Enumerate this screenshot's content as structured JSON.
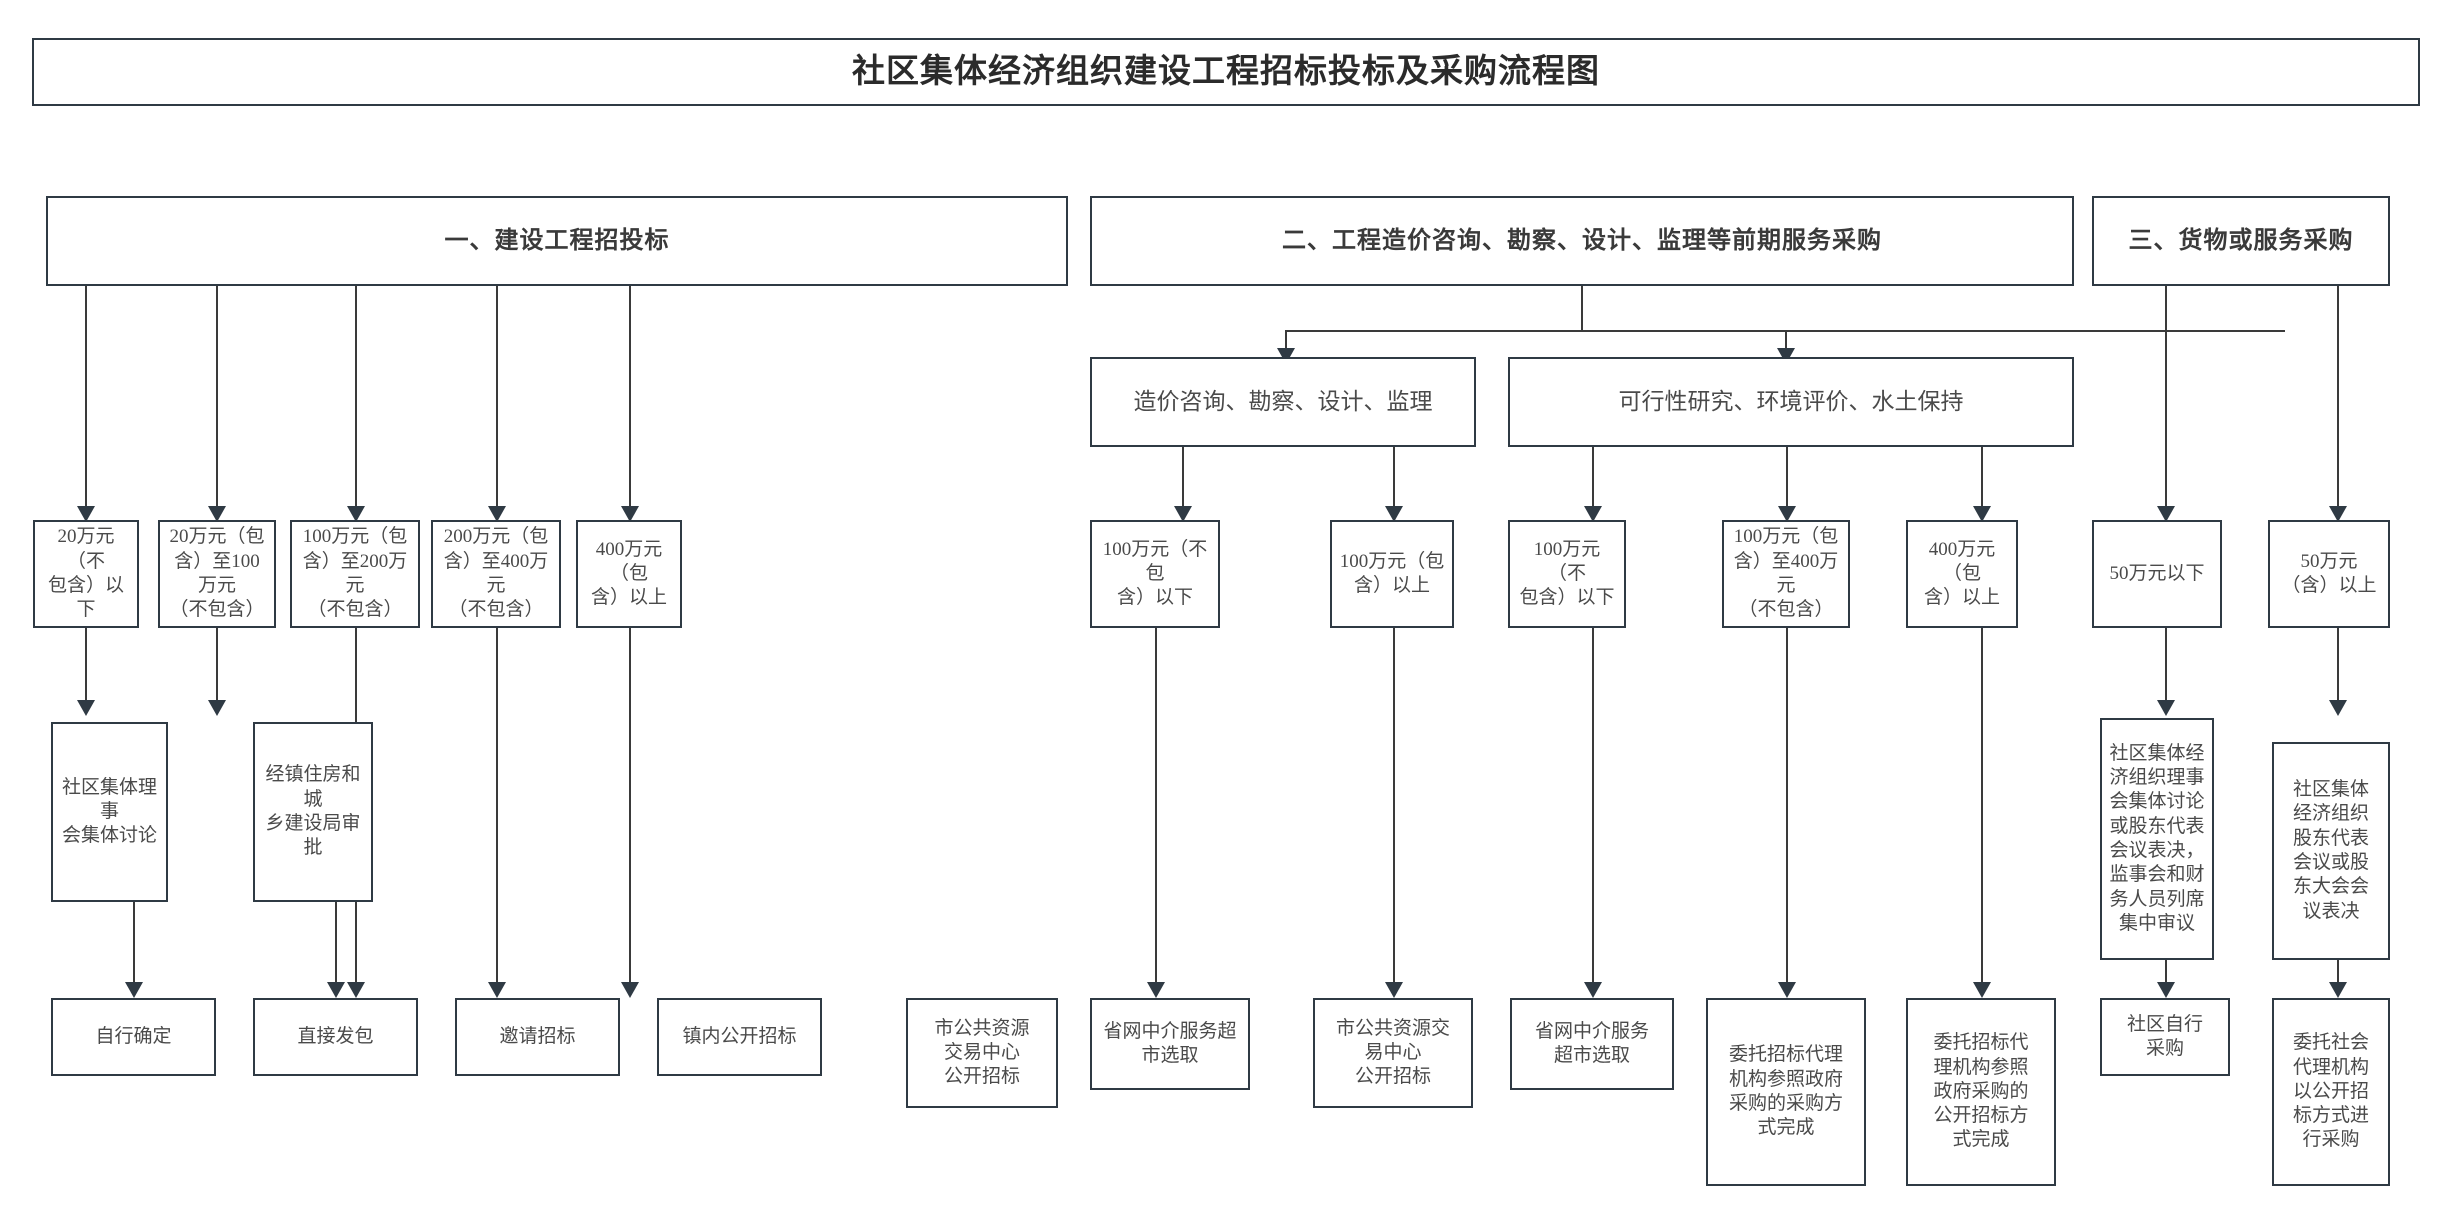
{
  "title": "社区集体经济组织建设工程招标投标及采购流程图",
  "sections": [
    {
      "id": "sec-1",
      "label": "一、建设工程招投标"
    },
    {
      "id": "sec-2",
      "label": "二、工程造价咨询、勘察、设计、监理等前期服务采购"
    },
    {
      "id": "sec-3",
      "label": "三、货物或服务采购"
    }
  ],
  "subcategories": [
    {
      "id": "sub-a",
      "label": "造价咨询、勘察、设计、监理"
    },
    {
      "id": "sub-b",
      "label": "可行性研究、环境评价、水土保持"
    }
  ],
  "columns": [
    {
      "section": "一、建设工程招投标",
      "threshold": "20万元（不\n包含）以下",
      "middle": "社区集体理事\n会集体讨论",
      "result": "自行确定"
    },
    {
      "section": "一、建设工程招投标",
      "threshold": "20万元（包\n含）至100万元\n（不包含）",
      "middle": "经镇住房和城\n乡建设局审批",
      "result": "直接发包"
    },
    {
      "section": "一、建设工程招投标",
      "threshold": "100万元（包\n含）至200万元\n（不包含）",
      "middle": null,
      "result": "邀请招标"
    },
    {
      "section": "一、建设工程招投标",
      "threshold": "200万元（包\n含）至400万元\n（不包含）",
      "middle": null,
      "result": "镇内公开招标"
    },
    {
      "section": "一、建设工程招投标",
      "threshold": "400万元（包\n含）以上",
      "middle": null,
      "result": "市公共资源\n交易中心\n公开招标"
    },
    {
      "section": "二、工程造价咨询、勘察、设计、监理等前期服务采购",
      "subcategory": "造价咨询、勘察、设计、监理",
      "threshold": "100万元（不包\n含）以下",
      "middle": null,
      "result": "省网中介服务超\n市选取"
    },
    {
      "section": "二、工程造价咨询、勘察、设计、监理等前期服务采购",
      "subcategory": "造价咨询、勘察、设计、监理",
      "threshold": "100万元（包\n含）以上",
      "middle": null,
      "result": "市公共资源交\n易中心\n公开招标"
    },
    {
      "section": "二、工程造价咨询、勘察、设计、监理等前期服务采购",
      "subcategory": "可行性研究、环境评价、水土保持",
      "threshold": "100万元（不\n包含）以下",
      "middle": null,
      "result": "省网中介服务\n超市选取"
    },
    {
      "section": "二、工程造价咨询、勘察、设计、监理等前期服务采购",
      "subcategory": "可行性研究、环境评价、水土保持",
      "threshold": "100万元（包\n含）至400万元\n（不包含）",
      "middle": null,
      "result": "委托招标代理\n机构参照政府\n采购的采购方\n式完成"
    },
    {
      "section": "二、工程造价咨询、勘察、设计、监理等前期服务采购",
      "subcategory": "可行性研究、环境评价、水土保持",
      "threshold": "400万元（包\n含）以上",
      "middle": null,
      "result": "委托招标代\n理机构参照\n政府采购的\n公开招标方\n式完成"
    },
    {
      "section": "三、货物或服务采购",
      "threshold": "50万元以下",
      "middle": "社区集体经\n济组织理事\n会集体讨论\n或股东代表\n会议表决，\n监事会和财\n务人员列席\n集中审议",
      "result": "社区自行\n采购"
    },
    {
      "section": "三、货物或服务采购",
      "threshold": "50万元\n（含）以上",
      "middle": "社区集体\n经济组织\n股东代表\n会议或股\n东大会会\n议表决",
      "result": "委托社会\n代理机构\n以公开招\n标方式进\n行采购"
    }
  ],
  "colors": {
    "border": "#2f3a44",
    "text": "#4a4a4a",
    "title_text": "#2b2b2b",
    "background": "#ffffff",
    "connector": "#3a3a3a"
  }
}
